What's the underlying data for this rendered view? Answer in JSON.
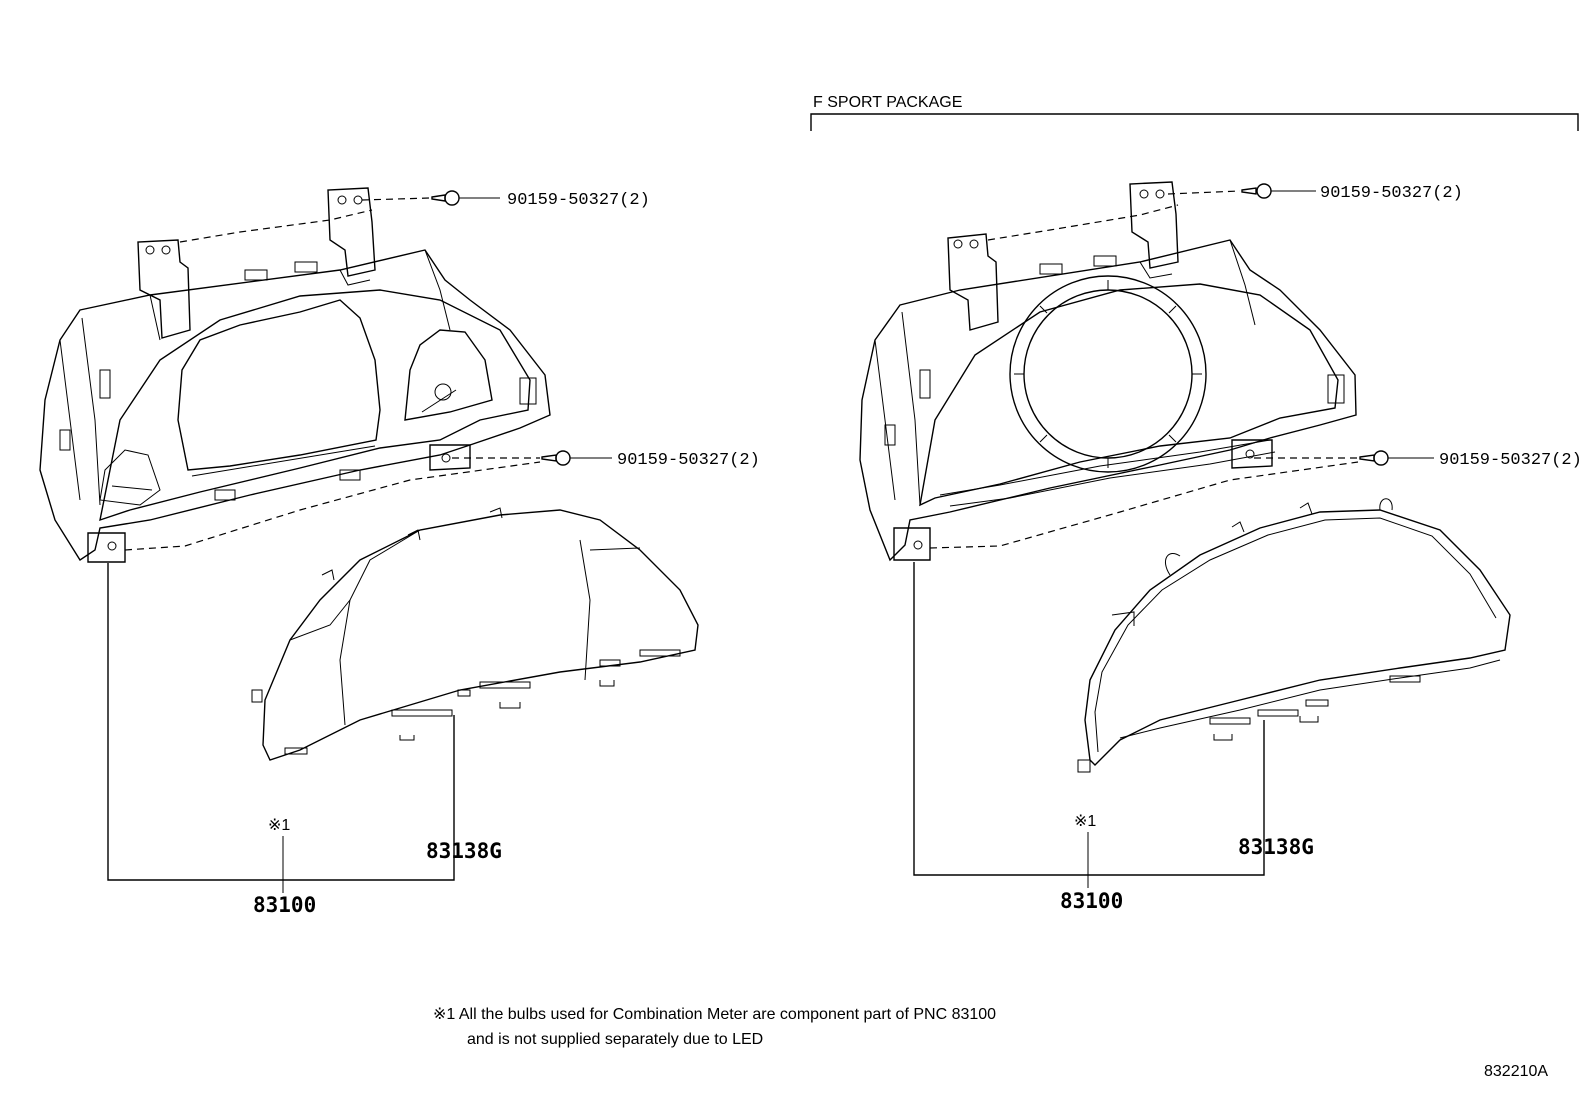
{
  "header": {
    "f_sport_title": "F SPORT PACKAGE"
  },
  "left_assembly": {
    "screw_top_part": "90159-50327(2)",
    "screw_mid_part": "90159-50327(2)",
    "note_marker": "※1",
    "lens_part": "83138G",
    "meter_part": "83100"
  },
  "right_assembly": {
    "screw_top_part": "90159-50327(2)",
    "screw_mid_part": "90159-50327(2)",
    "note_marker": "※1",
    "lens_part": "83138G",
    "meter_part": "83100"
  },
  "footnote": {
    "line1": "※1 All the bulbs used for Combination Meter are component part of PNC 83100",
    "line2": "and is not supplied separately due to LED"
  },
  "diagram_id": "832210A"
}
